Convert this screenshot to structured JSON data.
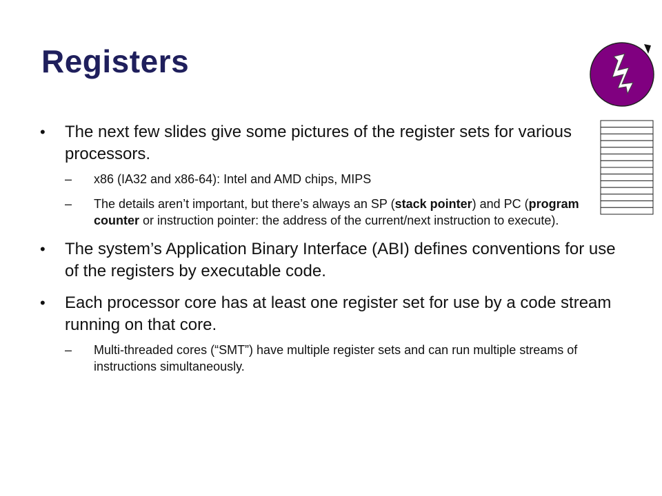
{
  "slide": {
    "title": "Registers",
    "bullets": [
      {
        "text": "The next few slides give some pictures of the register sets for various processors.",
        "sub": [
          {
            "parts": [
              "x86 (IA32 and x86-64): Intel and AMD chips, MIPS"
            ]
          },
          {
            "parts": [
              "The details aren’t important, but there’s always an SP (",
              "stack pointer",
              ") and PC (",
              "program counter",
              " or instruction pointer: the address of the current/next instruction to execute)."
            ]
          }
        ]
      },
      {
        "text": "The system’s Application Binary Interface (ABI) defines conventions for use of the registers by executable code.",
        "sub": []
      },
      {
        "text": "Each processor core has at least one register set for use by a code stream running on that core.",
        "sub": [
          {
            "parts": [
              "Multi-threaded cores (“SMT”) have multiple register sets and can run multiple streams of instructions simultaneously."
            ]
          }
        ]
      }
    ]
  },
  "markers": {
    "bullet": "•",
    "sub_bullet": "–"
  },
  "graphics": {
    "power_icon": {
      "name": "lightning-bolt-icon",
      "fill": "#800080",
      "bolt": "#ffffff"
    },
    "register_stack": {
      "name": "register-stack-icon",
      "rows": 14
    }
  }
}
